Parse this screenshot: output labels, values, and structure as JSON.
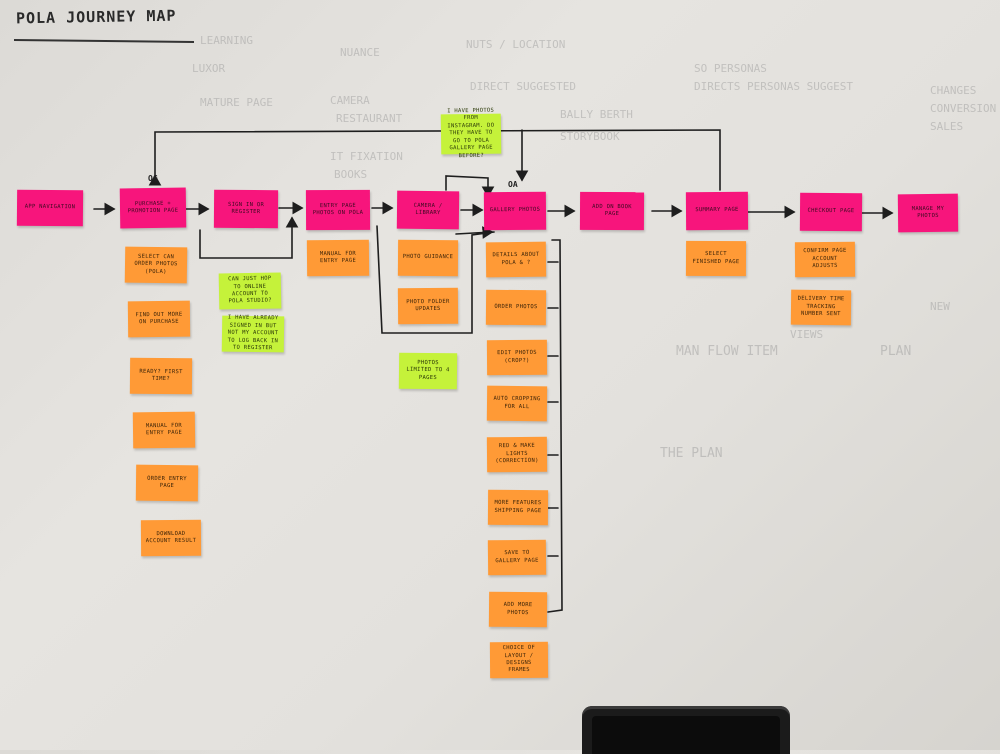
{
  "title": "POLA JOURNEY MAP",
  "ghost_text": [
    "LEARNING",
    "LUXOR",
    "NUANCE",
    "NUTS / LOCATION",
    "DIRECT SUGGESTED",
    "SO PERSONAS",
    "DIRECTS PERSONAS SUGGEST",
    "CAMERA",
    "RESTAURANT",
    "IT FIXATION",
    "BOOKS",
    "CHANGES",
    "CONVERSION",
    "SALES",
    "MAN FLOW ITEM",
    "PLAN",
    "THE PLAN",
    "VIEWS",
    "NEW",
    "BALLY BERTH",
    "MATURE PAGE",
    "STORYBOOK"
  ],
  "tags": {
    "og": "OG",
    "oa": "OA"
  },
  "notes": {
    "main": [
      "App Navigation",
      "Purchase + Promotion Page",
      "Sign in or Register",
      "Entry Page Photos on Pola",
      "Camera / Library",
      "Gallery Photos",
      "Add on Book Page",
      "Summary Page",
      "Checkout Page",
      "Manage My Photos"
    ],
    "purchase": [
      "Select can order Photos (Pola)",
      "Find out more on Purchase",
      "Ready? First time?",
      "Manual for Entry Page",
      "Order Entry Page",
      "Download Account Result"
    ],
    "signin": [
      "Can just hop to online account to Pola Studio?",
      "I have already signed in but not my account to log back in to register"
    ],
    "entry": [
      "Manual for Entry Page"
    ],
    "camera": [
      "Photo Guidance",
      "Photo Folder Updates",
      "Photos limited to 4 Pages"
    ],
    "gallery": [
      "Details about Pola & ?",
      "Order Photos",
      "Edit Photos (Crop?)",
      "Auto Cropping for All",
      "Red & Make Lights (Correction)",
      "More Features Shipping Page",
      "Save to Gallery Page",
      "Add More Photos",
      "Choice of Layout / Designs Frames"
    ],
    "summary": [
      "Select Finished Page"
    ],
    "checkout": [
      "Confirm Page Account Adjusts",
      "Delivery Time Tracking Number Sent"
    ],
    "top": [
      "I have Photos from Instagram. Do they have to go to Pola Gallery Page before?"
    ]
  },
  "colors": {
    "pink": "#f7157c",
    "orange": "#ff9a36",
    "green": "#c5f23a",
    "marker": "#1e1e1e"
  }
}
